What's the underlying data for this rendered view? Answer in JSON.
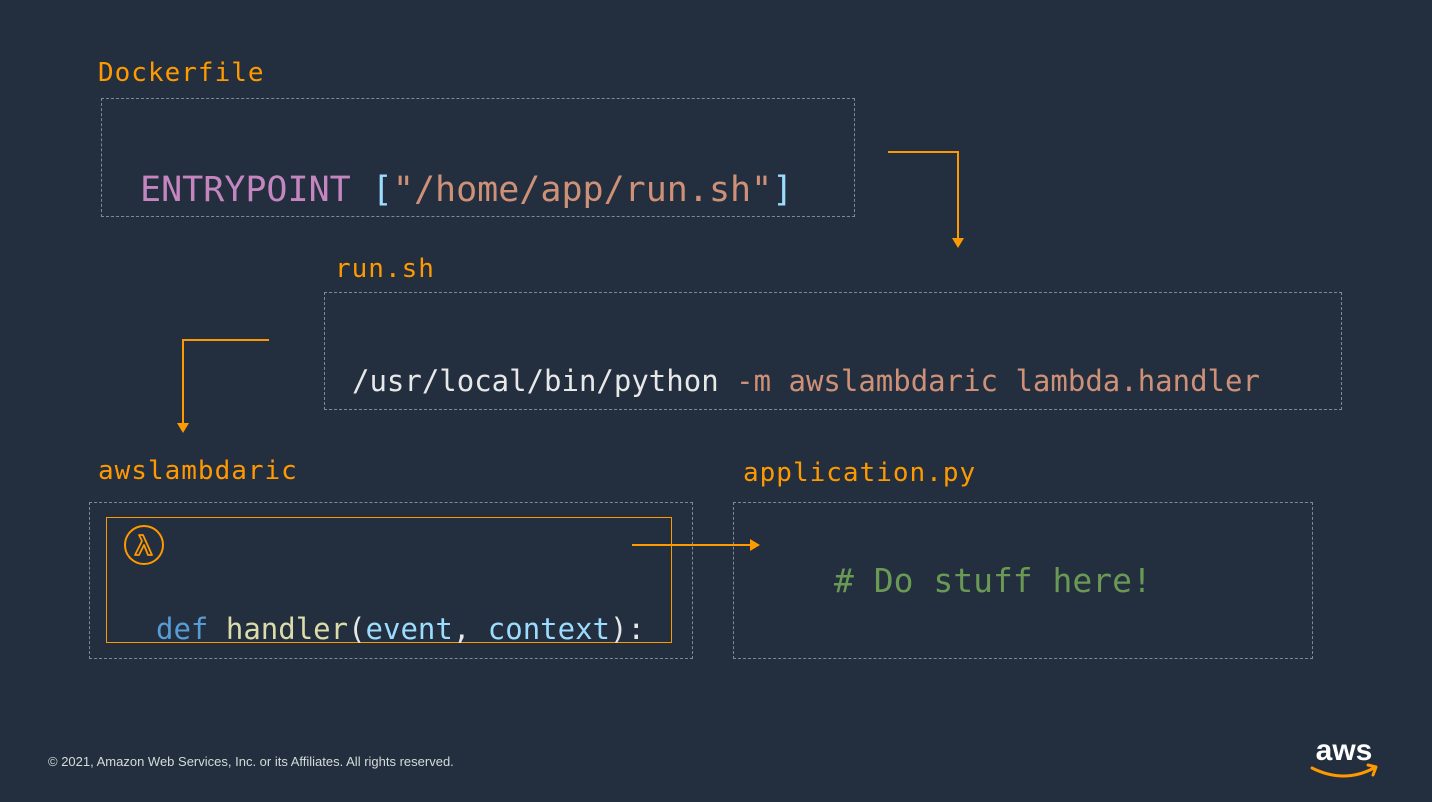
{
  "dockerfile": {
    "label": "Dockerfile",
    "keyword": "ENTRYPOINT",
    "open_bracket": "[",
    "path": "\"/home/app/run.sh\"",
    "close_bracket": "]"
  },
  "runsh": {
    "label": "run.sh",
    "binary": "/usr/local/bin/python",
    "args": "-m awslambdaric lambda.handler"
  },
  "awslambdaric": {
    "label": "awslambdaric",
    "icon": "lambda-icon",
    "def_kw": "def",
    "fn_name": "handler",
    "paren_open": "(",
    "param1": "event",
    "comma": ", ",
    "param2": "context",
    "paren_close": "):"
  },
  "application": {
    "label": "application.py",
    "comment": "# Do stuff here!"
  },
  "footer": {
    "copyright": "© 2021, Amazon Web Services, Inc. or its Affiliates. All rights reserved.",
    "logo_text": "aws"
  },
  "colors": {
    "background": "#232f3e",
    "accent": "#ff9900"
  }
}
